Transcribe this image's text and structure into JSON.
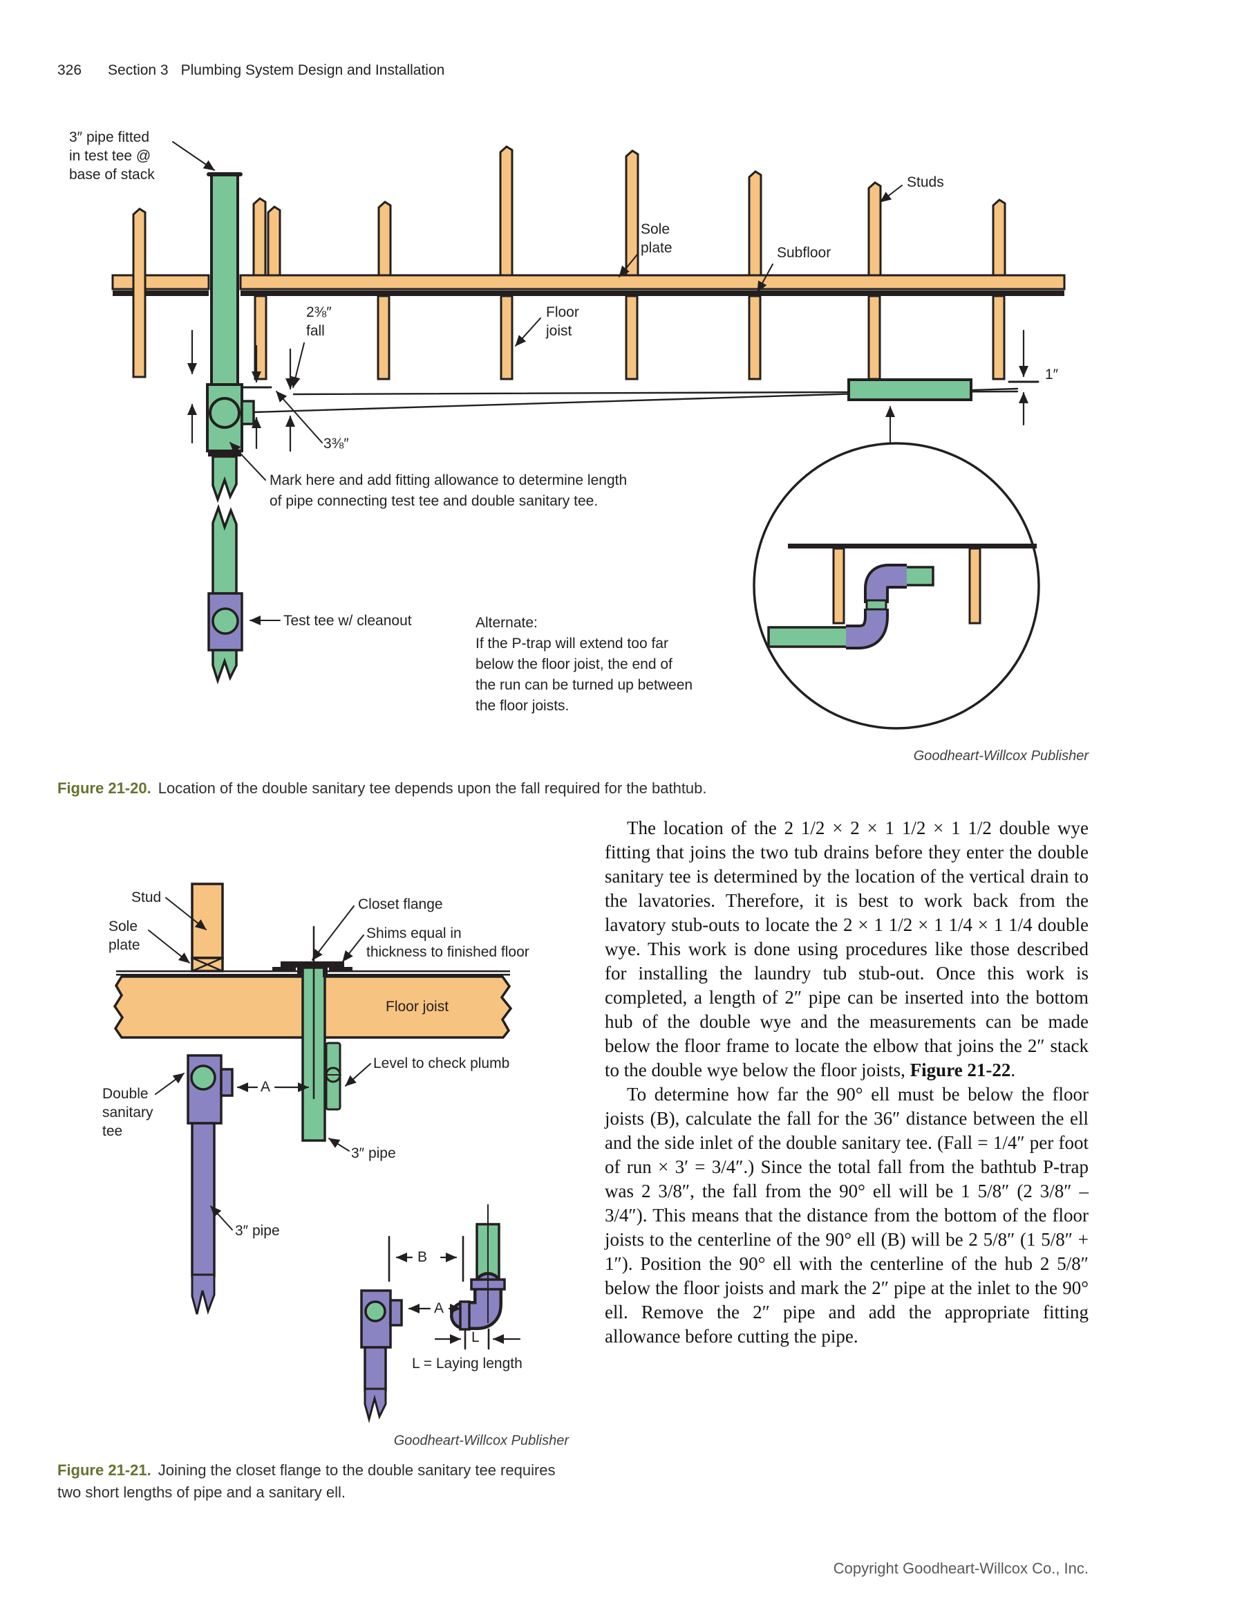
{
  "page": {
    "number": "326",
    "section": "Section 3",
    "section_title": "Plumbing System Design and Installation"
  },
  "figure_21_20": {
    "labels": {
      "pipe_fitted": "3″ pipe fitted\nin test tee @\nbase of stack",
      "studs": "Studs",
      "sole_plate": "Sole\nplate",
      "subfloor": "Subfloor",
      "floor_joist": "Floor\njoist",
      "fall": "2⅜″\nfall",
      "dim_3_38": "3⅜″",
      "dim_1": "1″",
      "mark_here": "Mark here and add fitting allowance to determine length\nof pipe connecting test tee and double sanitary tee.",
      "test_tee": "Test tee w/ cleanout",
      "alternate": "Alternate:\nIf the P-trap will extend too far\nbelow the floor joist, the end of\nthe run can be turned up between\nthe floor joists."
    },
    "attribution": "Goodheart-Willcox Publisher",
    "caption_label": "Figure 21-20.",
    "caption_text": "Location of the double sanitary tee depends upon the fall required for the bathtub."
  },
  "figure_21_21": {
    "labels": {
      "stud": "Stud",
      "sole_plate": "Sole\nplate",
      "closet_flange": "Closet flange",
      "shims": "Shims equal in\nthickness to finished floor",
      "floor_joist": "Floor joist",
      "level": "Level to check plumb",
      "double_sanitary_tee": "Double\nsanitary\ntee",
      "pipe_3_green": "3″ pipe",
      "pipe_3_purple": "3″ pipe",
      "dim_a_upper": "A",
      "dim_a_lower": "A",
      "dim_b": "B",
      "dim_l": "L",
      "laying_length": "L = Laying length"
    },
    "attribution": "Goodheart-Willcox Publisher",
    "caption_label": "Figure 21-21.",
    "caption_text": "Joining the closet flange to the double sanitary tee requires two short lengths of pipe and a sanitary ell."
  },
  "body": {
    "para1_segments": [
      {
        "text": "The location of the 2 1/2 × 2 × 1 1/2 × 1 1/2 double wye fitting that joins the two tub drains before they enter the double sanitary tee is determined by the location of the vertical drain to the lavatories. Therefore, it is best to work back from the lavatory stub-outs to locate the 2 × 1 1/2 × 1 1/4 × 1 1/4 double wye. This work is done using procedures like those described for installing the laundry tub stub-out. Once this work is completed, a length of 2″ pipe can be inserted into the bottom hub of the double wye and the measurements can be made below the floor frame to locate the elbow that joins the 2″ stack to the double wye below the floor joists, ",
        "bold": false
      },
      {
        "text": "Figure 21-22",
        "bold": true
      },
      {
        "text": ".",
        "bold": false
      }
    ],
    "para2": "To determine how far the 90° ell must be below the floor joists (B), calculate the fall for the 36″ distance between the ell and the side inlet of the double sanitary tee. (Fall = 1/4″ per foot of run × 3′ = 3/4″.) Since the total fall from the bathtub P-trap was 2 3/8″, the fall from the 90° ell will be 1 5/8″ (2 3/8″ – 3/4″). This means that the distance from the bottom of the floor joists to the centerline of the 90° ell (B) will be 2 5/8″ (1 5/8″ + 1″). Position the 90° ell with the centerline of the hub 2 5/8″ below the floor joists and mark the 2″ pipe at the inlet to the 90° ell. Remove the 2″ pipe and add the appropriate fitting allowance before cutting the pipe."
  },
  "footer": {
    "copyright": "Copyright Goodheart-Willcox Co., Inc."
  },
  "colors": {
    "wood": "#F6C380",
    "pipe_green": "#7BC698",
    "fitting_purple": "#8B84C3",
    "figure_label_olive": "#67722F",
    "line": "#231f20"
  }
}
